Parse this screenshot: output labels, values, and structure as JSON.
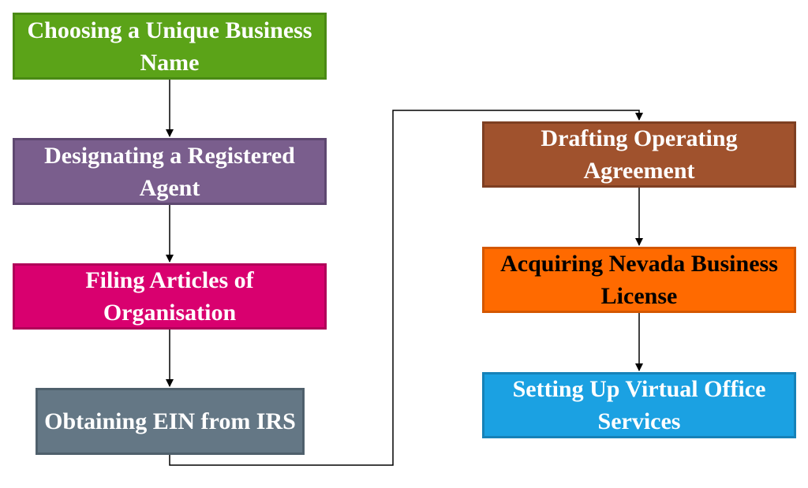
{
  "steps": [
    {
      "id": "choosing-name",
      "text": "Choosing a Unique Business Name",
      "fill": "#5BA318",
      "border": "#4A8A14",
      "text_color": "#FFFFFF"
    },
    {
      "id": "registered-agent",
      "text": "Designating a Registered Agent",
      "fill": "#7A5E8D",
      "border": "#5E4870",
      "text_color": "#FFFFFF"
    },
    {
      "id": "articles",
      "text": "Filing Articles of Organisation",
      "fill": "#D9006F",
      "border": "#B00059",
      "text_color": "#FFFFFF"
    },
    {
      "id": "ein",
      "text": "Obtaining EIN from IRS",
      "fill": "#647785",
      "border": "#4F606C",
      "text_color": "#FFFFFF"
    },
    {
      "id": "operating-agreement",
      "text": "Drafting Operating Agreement",
      "fill": "#A0522D",
      "border": "#7E3F22",
      "text_color": "#FFFFFF"
    },
    {
      "id": "business-license",
      "text": "Acquiring Nevada Business License",
      "fill": "#FF6A00",
      "border": "#D45700",
      "text_color": "#000000"
    },
    {
      "id": "virtual-office",
      "text": "Setting Up Virtual Office Services",
      "fill": "#1BA1E2",
      "border": "#1682B8",
      "text_color": "#FFFFFF"
    }
  ],
  "connector_color": "#000000"
}
